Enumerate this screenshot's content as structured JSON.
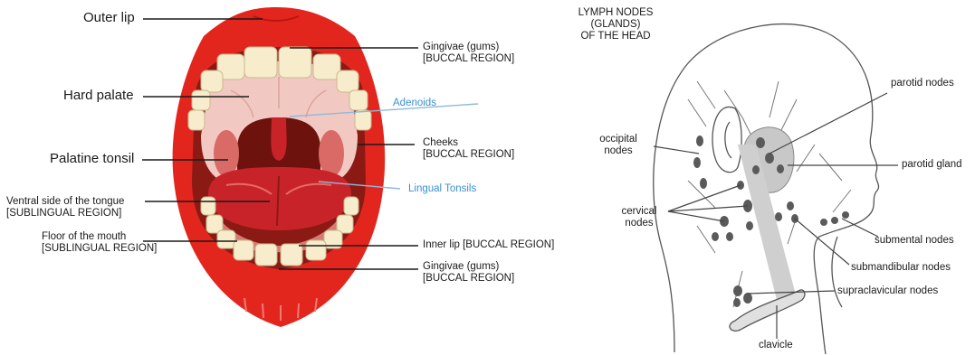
{
  "mouth": {
    "outer_lip": "Outer lip",
    "hard_palate": "Hard palate",
    "palatine_tonsil": "Palatine tonsil",
    "ventral_tongue_1": "Ventral side of the tongue",
    "ventral_tongue_2": "[SUBLINGUAL REGION]",
    "floor_mouth_1": "Floor of the mouth",
    "floor_mouth_2": "[SUBLINGUAL REGION]",
    "gingivae_top_1": "Gingivae (gums)",
    "gingivae_top_2": "[BUCCAL REGION]",
    "adenoids": "Adenoids",
    "cheeks_1": "Cheeks",
    "cheeks_2": "[BUCCAL REGION]",
    "lingual_tonsils": "Lingual Tonsils",
    "inner_lip": "Inner lip [BUCCAL REGION]",
    "gingivae_bottom_1": "Gingivae (gums)",
    "gingivae_bottom_2": "[BUCCAL REGION]"
  },
  "head": {
    "title_1": "LYMPH NODES",
    "title_2": "(GLANDS)",
    "title_3": "OF THE HEAD",
    "parotid_nodes": "parotid nodes",
    "occipital_1": "occipital",
    "occipital_2": "nodes",
    "parotid_gland": "parotid gland",
    "cervical_1": "cervical",
    "cervical_2": "nodes",
    "submental": "submental nodes",
    "submandibular": "submandibular nodes",
    "supraclavicular": "supraclavicular nodes",
    "clavicle": "clavicle"
  },
  "colors": {
    "lip_red": "#e2261e",
    "mouth_interior": "#8b1a14",
    "tongue": "#c9232a",
    "palate": "#f2c9c2",
    "teeth": "#f7eccb",
    "annotation_blue": "#3b8fd0",
    "gland_gray": "#c8c8c8",
    "node_gray": "#5a5a5a"
  }
}
